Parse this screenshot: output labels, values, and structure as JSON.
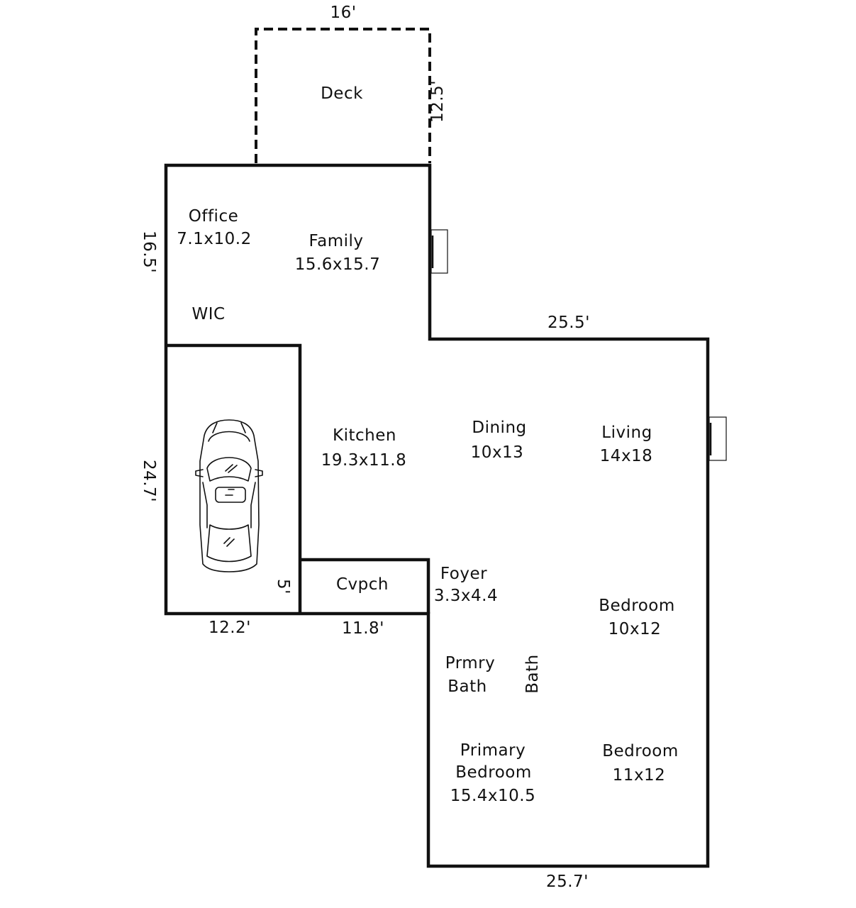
{
  "dimensions": {
    "deck_width": "16'",
    "deck_depth": "12.5'",
    "west_upper": "16.5'",
    "west_lower": "24.7'",
    "east_step": "25.5'",
    "garage_bottom": "12.2'",
    "cvpch_bottom": "11.8'",
    "garage_side": "5'",
    "south": "25.7'"
  },
  "rooms": {
    "deck": {
      "name": "Deck"
    },
    "office": {
      "name": "Office",
      "size": "7.1x10.2"
    },
    "family": {
      "name": "Family",
      "size": "15.6x15.7"
    },
    "wic": {
      "name": "WIC"
    },
    "kitchen": {
      "name": "Kitchen",
      "size": "19.3x11.8"
    },
    "dining": {
      "name": "Dining",
      "size": "10x13"
    },
    "living": {
      "name": "Living",
      "size": "14x18"
    },
    "cvpch": {
      "name": "Cvpch"
    },
    "foyer": {
      "name": "Foyer",
      "size": "3.3x4.4"
    },
    "bedroom_2": {
      "name": "Bedroom",
      "size": "10x12"
    },
    "primary_bath": {
      "line1": "Prmry",
      "line2": "Bath"
    },
    "bath": {
      "name": "Bath"
    },
    "primary_bedroom": {
      "line1": "Primary",
      "line2": "Bedroom",
      "size": "15.4x10.5"
    },
    "bedroom_3": {
      "name": "Bedroom",
      "size": "11x12"
    }
  },
  "icons": [
    "car-icon",
    "fireplace-icon"
  ]
}
